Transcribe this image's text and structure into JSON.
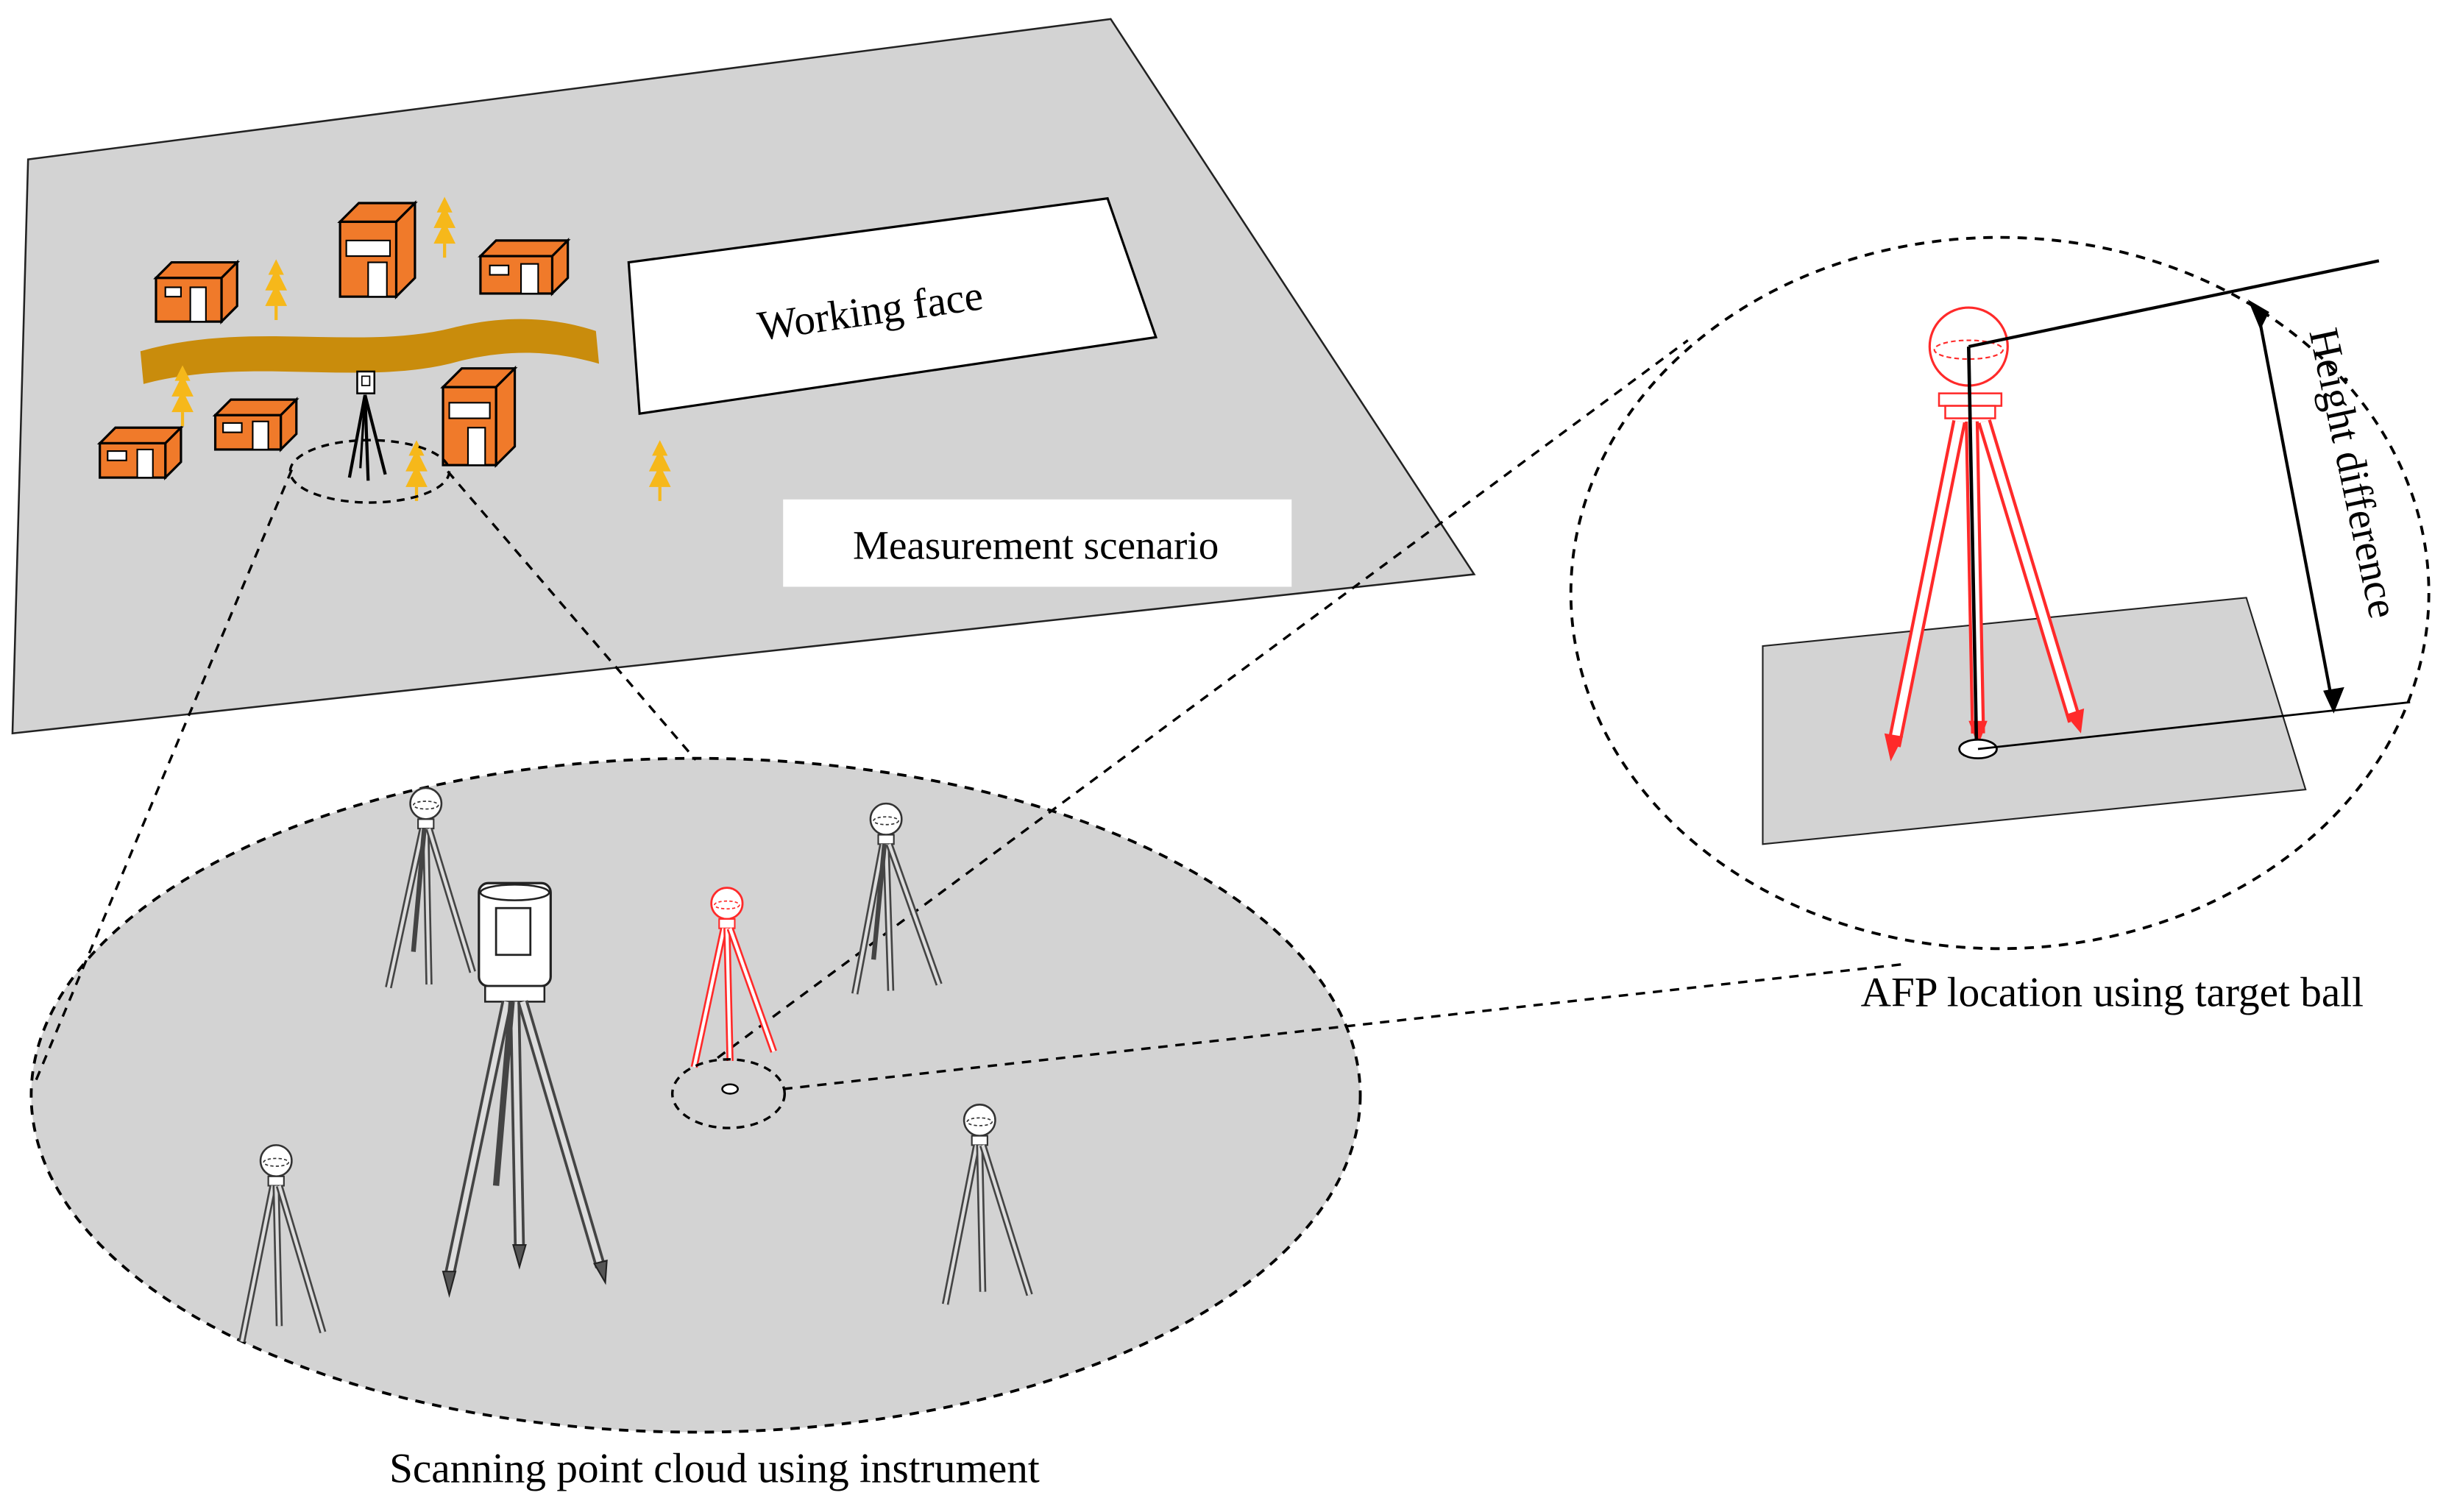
{
  "labels": {
    "working_face": "Working face",
    "measurement_scenario": "Measurement scenario",
    "height_difference": "Height difference",
    "afp_location": "AFP location using target ball",
    "scanning_point_cloud": "Scanning point cloud using instrument"
  },
  "colors": {
    "ground_plane": "#d3d3d3",
    "house_fill": "#f07a2a",
    "tree": "#f6b81a",
    "road": "#c98c0c",
    "target_tripod_red": "#ff2a2a",
    "tripod_gray": "#444444"
  },
  "icons": [
    "house-icon",
    "tree-icon",
    "tripod-icon",
    "scanner-icon",
    "target-ball-icon"
  ]
}
